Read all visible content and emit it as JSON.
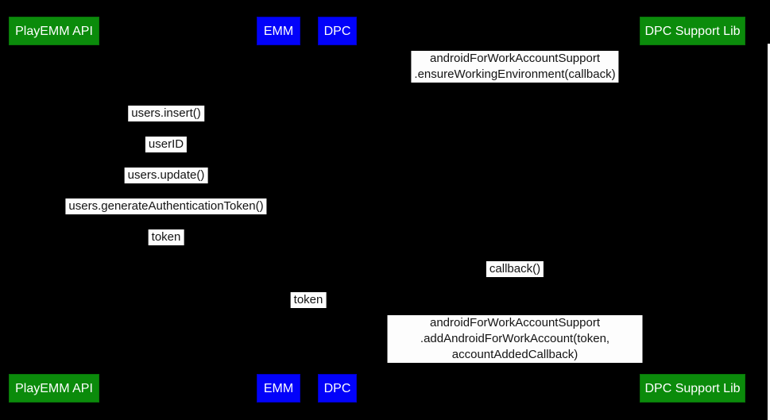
{
  "diagram": {
    "type": "sequence-diagram",
    "colors": {
      "background": "#000000",
      "actor_green": "#0b8b0b",
      "actor_blue": "#0202fa",
      "actor_text": "#ffffff",
      "message_background": "#fdfdfd",
      "message_text": "#141414"
    },
    "actors": [
      {
        "label": "PlayEMM API",
        "color": "#0b8b0b"
      },
      {
        "label": "EMM",
        "color": "#0202fa"
      },
      {
        "label": "DPC",
        "color": "#0202fa"
      },
      {
        "label": "DPC Support Lib",
        "color": "#0b8b0b"
      }
    ],
    "messages": [
      {
        "from": "DPC",
        "to": "DPC Support Lib",
        "label": "androidForWorkAccountSupport\n.ensureWorkingEnvironment(callback)"
      },
      {
        "from": "EMM",
        "to": "PlayEMM API",
        "label": "users.insert()"
      },
      {
        "from": "PlayEMM API",
        "to": "EMM",
        "label": "userID"
      },
      {
        "from": "EMM",
        "to": "PlayEMM API",
        "label": "users.update()"
      },
      {
        "from": "EMM",
        "to": "PlayEMM API",
        "label": "users.generateAuthenticationToken()"
      },
      {
        "from": "PlayEMM API",
        "to": "EMM",
        "label": "token"
      },
      {
        "from": "DPC Support Lib",
        "to": "DPC",
        "label": "callback()"
      },
      {
        "from": "EMM",
        "to": "DPC",
        "label": "token"
      },
      {
        "from": "DPC",
        "to": "DPC Support Lib",
        "label": "androidForWorkAccountSupport\n.addAndroidForWorkAccount(token, accountAddedCallback)"
      }
    ]
  }
}
